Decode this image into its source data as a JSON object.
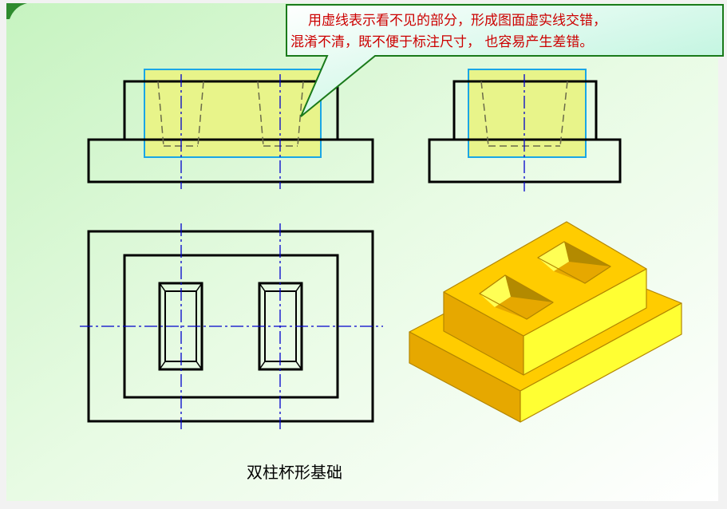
{
  "slide": {
    "caption": "双柱杯形基础",
    "callout_lines": [
      "用虚线表示看不见的部分，形成图面虚实线交错，",
      "混淆不清，既不便于标注尺寸， 也容易产生差错。"
    ]
  },
  "colors": {
    "slide_gradient_start": "#c9f5c5",
    "slide_gradient_end": "#ffffff",
    "outline": "#000000",
    "center_line": "#0000cc",
    "hidden_line": "#777777",
    "highlight_fill": "#e8f48a",
    "highlight_border": "#1aa6e6",
    "callout_border": "#1a7a1a",
    "callout_text": "#cc0000",
    "solid_top": "#ffcc00",
    "solid_left": "#e6a800",
    "solid_right": "#ffff33",
    "solid_edge": "#b38600"
  },
  "icons": {
    "corner_decoration": "green-corner-swoosh"
  }
}
